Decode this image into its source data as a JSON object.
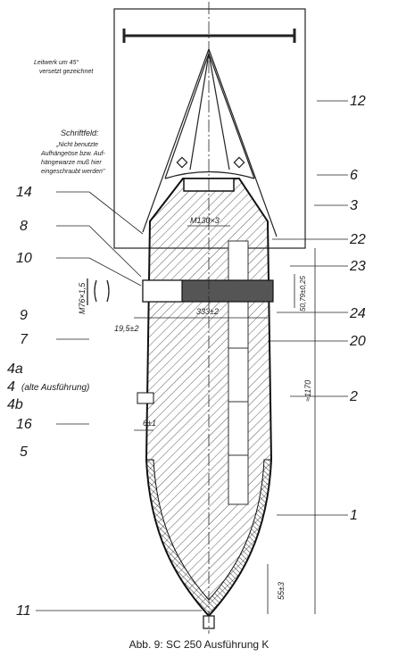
{
  "notes": {
    "fins": [
      "Leitwerk um 45°",
      "versetzt gezeichnet"
    ],
    "field_title": "Schriftfeld:",
    "field_text": [
      "„Nicht benutzte",
      "Aufhängeöse bzw. Auf-",
      "hängewarze muß hier",
      "eingeschraubt werden\""
    ]
  },
  "part_numbers": {
    "p12": "12",
    "p6": "6",
    "p3": "3",
    "p14": "14",
    "p8": "8",
    "p22": "22",
    "p10": "10",
    "p23": "23",
    "p9": "9",
    "p24": "24",
    "p7": "7",
    "p20": "20",
    "p4a": "4a",
    "p4": "4",
    "p4_note": "(alte Ausführung)",
    "p4b": "4b",
    "p2": "2",
    "p16": "16",
    "p5": "5",
    "p1": "1",
    "p11": "11"
  },
  "dimensions": {
    "thread_top": "M130×3",
    "thread_side": "M76×1,5",
    "offset": "19,5±2",
    "width": "333±2",
    "bore": "50,79±0,25",
    "wall": "6±1",
    "total_length": "≈1170",
    "nose": "55±3"
  },
  "caption": "Abb. 9: SC 250 Ausführung K"
}
